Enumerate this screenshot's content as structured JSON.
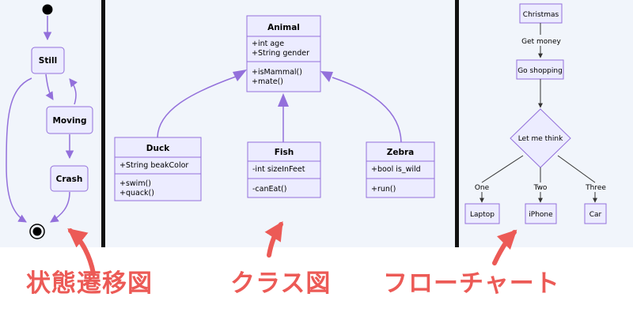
{
  "state_diagram": {
    "states": [
      "Still",
      "Moving",
      "Crash"
    ]
  },
  "class_diagram": {
    "classes": [
      {
        "name": "Animal",
        "attributes": [
          "+int age",
          "+String gender"
        ],
        "methods": [
          "+isMammal()",
          "+mate()"
        ]
      },
      {
        "name": "Duck",
        "attributes": [
          "+String beakColor"
        ],
        "methods": [
          "+swim()",
          "+quack()"
        ]
      },
      {
        "name": "Fish",
        "attributes": [
          "-int sizeInFeet"
        ],
        "methods": [
          "-canEat()"
        ]
      },
      {
        "name": "Zebra",
        "attributes": [
          "+bool is_wild"
        ],
        "methods": [
          "+run()"
        ]
      }
    ]
  },
  "flowchart": {
    "start": "Christmas",
    "edge_label": "Get money",
    "step": "Go shopping",
    "decision": "Let me think",
    "branches": [
      {
        "label": "One",
        "target": "Laptop"
      },
      {
        "label": "Two",
        "target": "iPhone"
      },
      {
        "label": "Three",
        "target": "Car"
      }
    ]
  },
  "captions": {
    "state": "状態遷移図",
    "class": "クラス図",
    "flow": "フローチャート"
  },
  "colors": {
    "node_fill": "#ECECFF",
    "node_border": "#9370DB",
    "edge": "#333333",
    "caption": "#EC5A56"
  }
}
